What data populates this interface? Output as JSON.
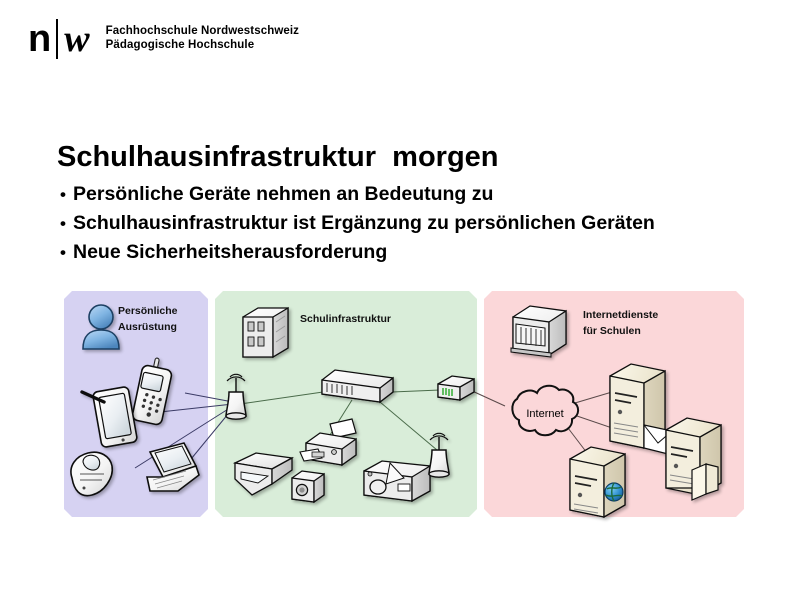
{
  "header": {
    "logo": {
      "letter_n": "n",
      "letter_w": "w",
      "line1": "Fachhochschule Nordwestschweiz",
      "line2": "Pädagogische Hochschule"
    }
  },
  "slide": {
    "title": "Schulhausinfrastruktur  morgen",
    "bullets": [
      {
        "marker": "•",
        "text": "Persönliche Geräte nehmen an Bedeutung zu"
      },
      {
        "marker": "•",
        "text": "Schulhausinfrastruktur ist Ergänzung zu persönlichen Geräten"
      },
      {
        "marker": "•",
        "text": "Neue Sicherheitsherausforderung"
      }
    ]
  },
  "diagram": {
    "panels": [
      {
        "id": "personal",
        "label_line1": "Persönliche",
        "label_line2": "Ausrüstung",
        "fill": "#d6d2f2",
        "devices": [
          "user-avatar-icon",
          "mobile-phone-icon",
          "tablet-stylus-icon",
          "handheld-device-icon",
          "laptop-icon"
        ]
      },
      {
        "id": "school",
        "label_line1": "Schulinfrastruktur",
        "label_line2": "",
        "fill": "#d9edd9",
        "devices": [
          "school-building-icon",
          "wifi-access-point-icon",
          "network-switch-icon",
          "router-icon",
          "printer-icon",
          "scanner-icon",
          "camera-icon",
          "projector-icon",
          "wifi-access-point-icon"
        ]
      },
      {
        "id": "internet",
        "label_line1": "Internetdienste",
        "label_line2": "für Schulen",
        "fill": "#fbd7d9",
        "devices": [
          "datacenter-icon",
          "internet-cloud-icon",
          "mail-server-icon",
          "web-server-icon",
          "file-server-icon"
        ]
      }
    ],
    "cloud_label": "Internet"
  },
  "colors": {
    "panel_personal": "#d6d2f2",
    "panel_school": "#d9edd9",
    "panel_internet": "#fbd7d9",
    "avatar_blue": "#6fa8dc",
    "device_body": "#f2f2f2",
    "server_body": "#efe9d8",
    "link_line": "#333355",
    "background": "#ffffff",
    "text": "#000000"
  }
}
